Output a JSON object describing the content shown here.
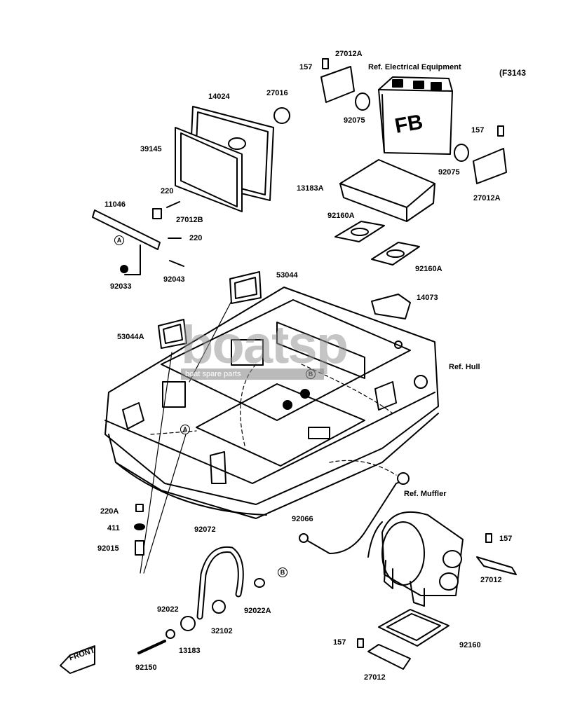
{
  "code": "(F3143",
  "watermark": {
    "brand": "boatsp",
    "tagline": "boat spare parts"
  },
  "front_label": "FRONT",
  "labels": {
    "p157a": "157",
    "p27012A_top": "27012A",
    "ref_elec": "Ref. Electrical Equipment",
    "p14024": "14024",
    "p27016": "27016",
    "p92075a": "92075",
    "p39145": "39145",
    "p157b": "157",
    "p92075b": "92075",
    "p27012A_right": "27012A",
    "p220a": "220",
    "p27012B": "27012B",
    "p11046": "11046",
    "p220b": "220",
    "p13183A": "13183A",
    "p92160A_1": "92160A",
    "p92160A_2": "92160A",
    "callout_A1": "A",
    "p92033": "92033",
    "p92043": "92043",
    "p53044": "53044",
    "p14073": "14073",
    "p53044A": "53044A",
    "callout_B1": "B",
    "ref_hull": "Ref. Hull",
    "callout_A2": "A",
    "ref_muffler": "Ref. Muffler",
    "p220A": "220A",
    "p411": "411",
    "p92015": "92015",
    "p92072": "92072",
    "p92066": "92066",
    "p157c": "157",
    "p27012_right": "27012",
    "callout_B2": "B",
    "p92022A": "92022A",
    "p92022": "92022",
    "p32102": "32102",
    "p13183": "13183",
    "p157d": "157",
    "p92160": "92160",
    "p92150": "92150",
    "p27012_bottom": "27012"
  }
}
